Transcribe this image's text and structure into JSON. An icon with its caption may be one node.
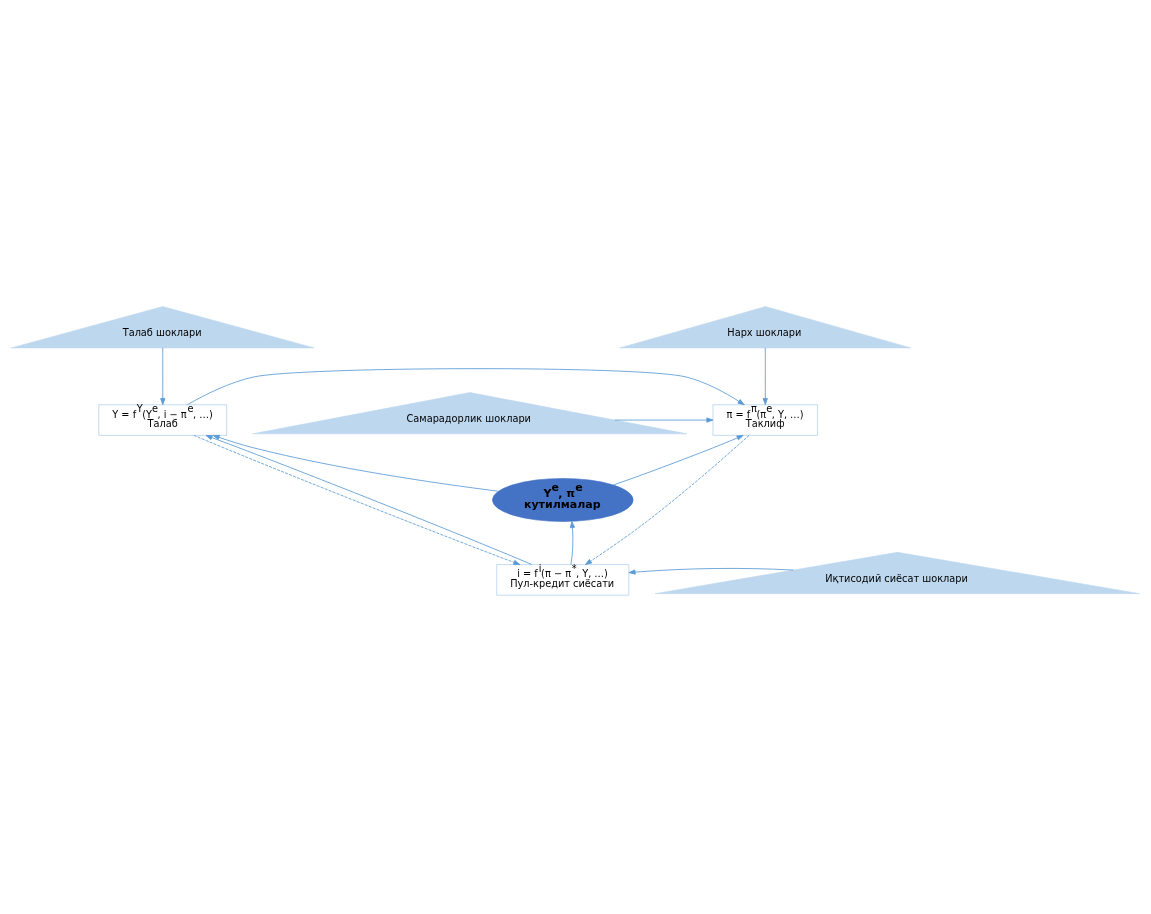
{
  "diagram": {
    "nodes": [
      {
        "text": [
          "Талаб шоклари"
        ]
      },
      {
        "text": [
          "Нарх шоклари"
        ]
      },
      {
        "text": [
          "Y = f$^{Y}$(Y$^{e}$, i − π$^{e}$, …)",
          "Талаб"
        ]
      },
      {
        "text": [
          "Самарадорлик шоклари"
        ]
      },
      {
        "text": [
          "π = f$^{π}$(π$^{e}$, Y, …)",
          "Таклиф"
        ]
      },
      {
        "text": [
          "**Y$^{e}$, π$^{e}$**",
          "**кутилмалар**"
        ]
      },
      {
        "text": [
          "i = f$^{i}$(π − π$^{*}$, Y, …)",
          "Пул-кредит сиёсати"
        ]
      },
      {
        "text": [
          "Иқтисодий сиёсат шоклари"
        ]
      }
    ],
    "edges": [
      {
        "from": 0,
        "to": 2,
        "arrow": "to"
      },
      {
        "from": 1,
        "to": 4,
        "arrow": "to"
      },
      {
        "from": 2,
        "to": 4,
        "arrow": "to"
      },
      {
        "from": 3,
        "to": 4,
        "arrow": "to"
      },
      {
        "from": 2,
        "to": 6,
        "arrow": "to",
        "style": "dashed"
      },
      {
        "from": 6,
        "to": 2,
        "arrow": "to"
      },
      {
        "from": 4,
        "to": 6,
        "arrow": "to",
        "style": "dashed"
      },
      {
        "from": 5,
        "to": 2,
        "arrow": "to"
      },
      {
        "from": 5,
        "to": 4,
        "arrow": "to"
      },
      {
        "from": 6,
        "to": 5,
        "arrow": "to"
      },
      {
        "from": 7,
        "to": 6,
        "arrow": "to"
      }
    ]
  }
}
